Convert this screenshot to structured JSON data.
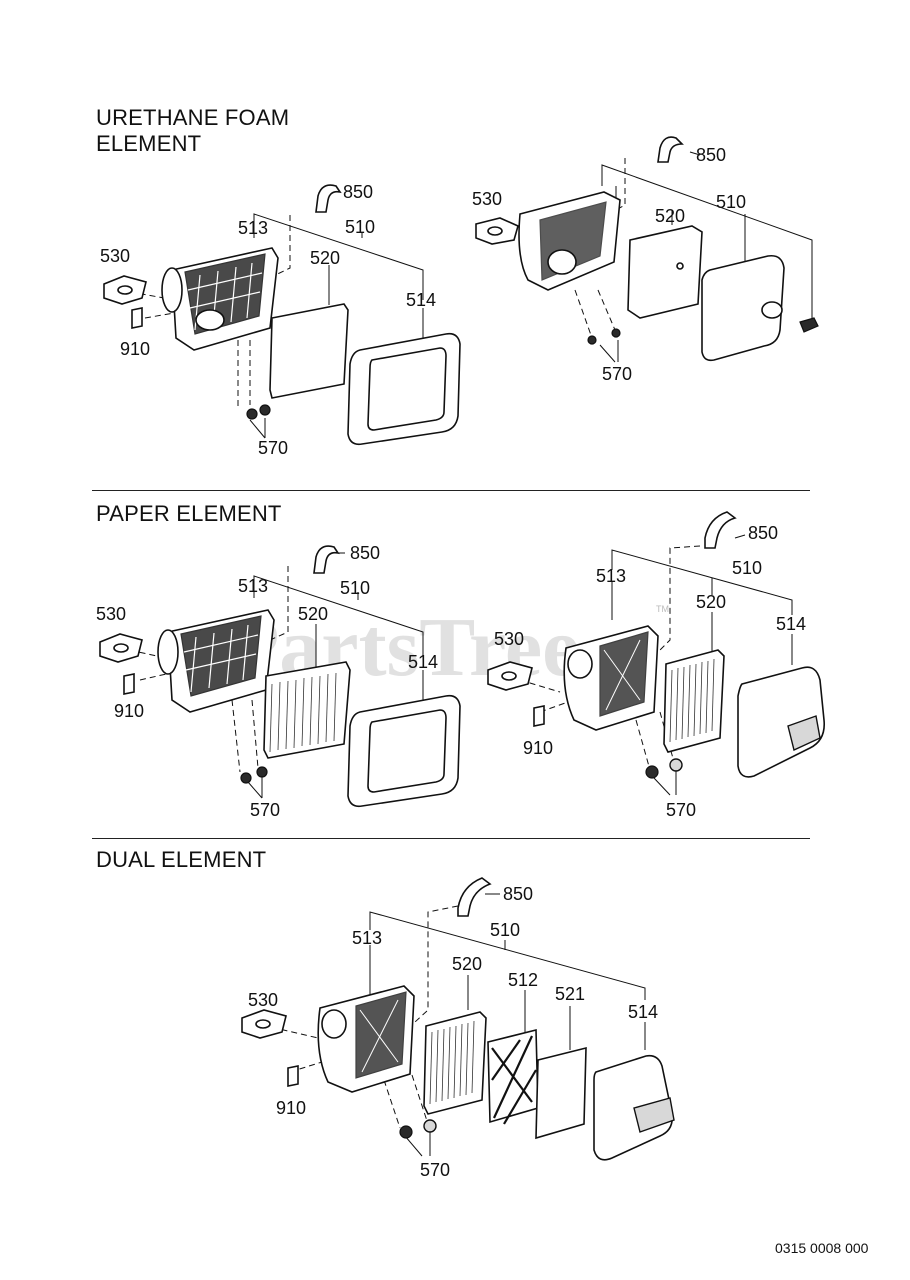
{
  "sections": {
    "urethane": {
      "title_line1": "URETHANE FOAM",
      "title_line2": "ELEMENT"
    },
    "paper": {
      "title": "PAPER ELEMENT"
    },
    "dual": {
      "title": "DUAL ELEMENT"
    }
  },
  "parts": {
    "p510": "510",
    "p512": "512",
    "p513": "513",
    "p514": "514",
    "p520": "520",
    "p521": "521",
    "p530": "530",
    "p570": "570",
    "p850": "850",
    "p910": "910"
  },
  "watermark": {
    "text": "PartsTree",
    "tm": "TM"
  },
  "footer": {
    "code": "0315 0008 000"
  }
}
